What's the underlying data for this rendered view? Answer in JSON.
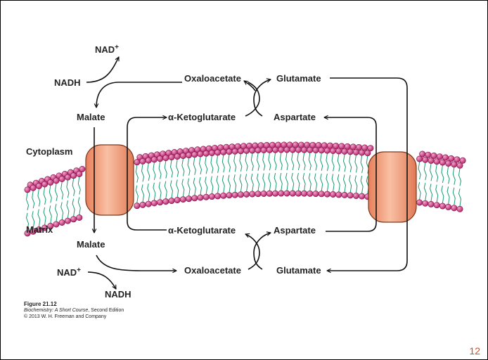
{
  "labels": {
    "nad_top": "NAD+",
    "nadh_top": "NADH",
    "malate_top": "Malate",
    "oxaloacetate_top": "Oxaloacetate",
    "glutamate_top": "Glutamate",
    "aketo_top": "α-Ketoglutarate",
    "aspartate_top": "Aspartate",
    "cytoplasm": "Cytoplasm",
    "matrix": "Matrix",
    "malate_bottom": "Malate",
    "aketo_bottom": "α-Ketoglutarate",
    "aspartate_bottom": "Aspartate",
    "nad_bottom": "NAD+",
    "nadh_bottom": "NADH",
    "oxaloacetate_bottom": "Oxaloacetate",
    "glutamate_bottom": "Glutamate"
  },
  "caption": {
    "figure": "Figure 21.12",
    "book_title": "Biochemistry: A Short Course",
    "book_edition": ", Second Edition",
    "copyright": "© 2013 W. H. Freeman and Company"
  },
  "page_number": "12",
  "colors": {
    "head_fill": "#c9317c",
    "tail": "#1a9a70",
    "transporter_fill": "#f0a080",
    "transporter_stroke": "#7a3a22",
    "arrow": "#111111",
    "page_number": "#d9481c"
  }
}
